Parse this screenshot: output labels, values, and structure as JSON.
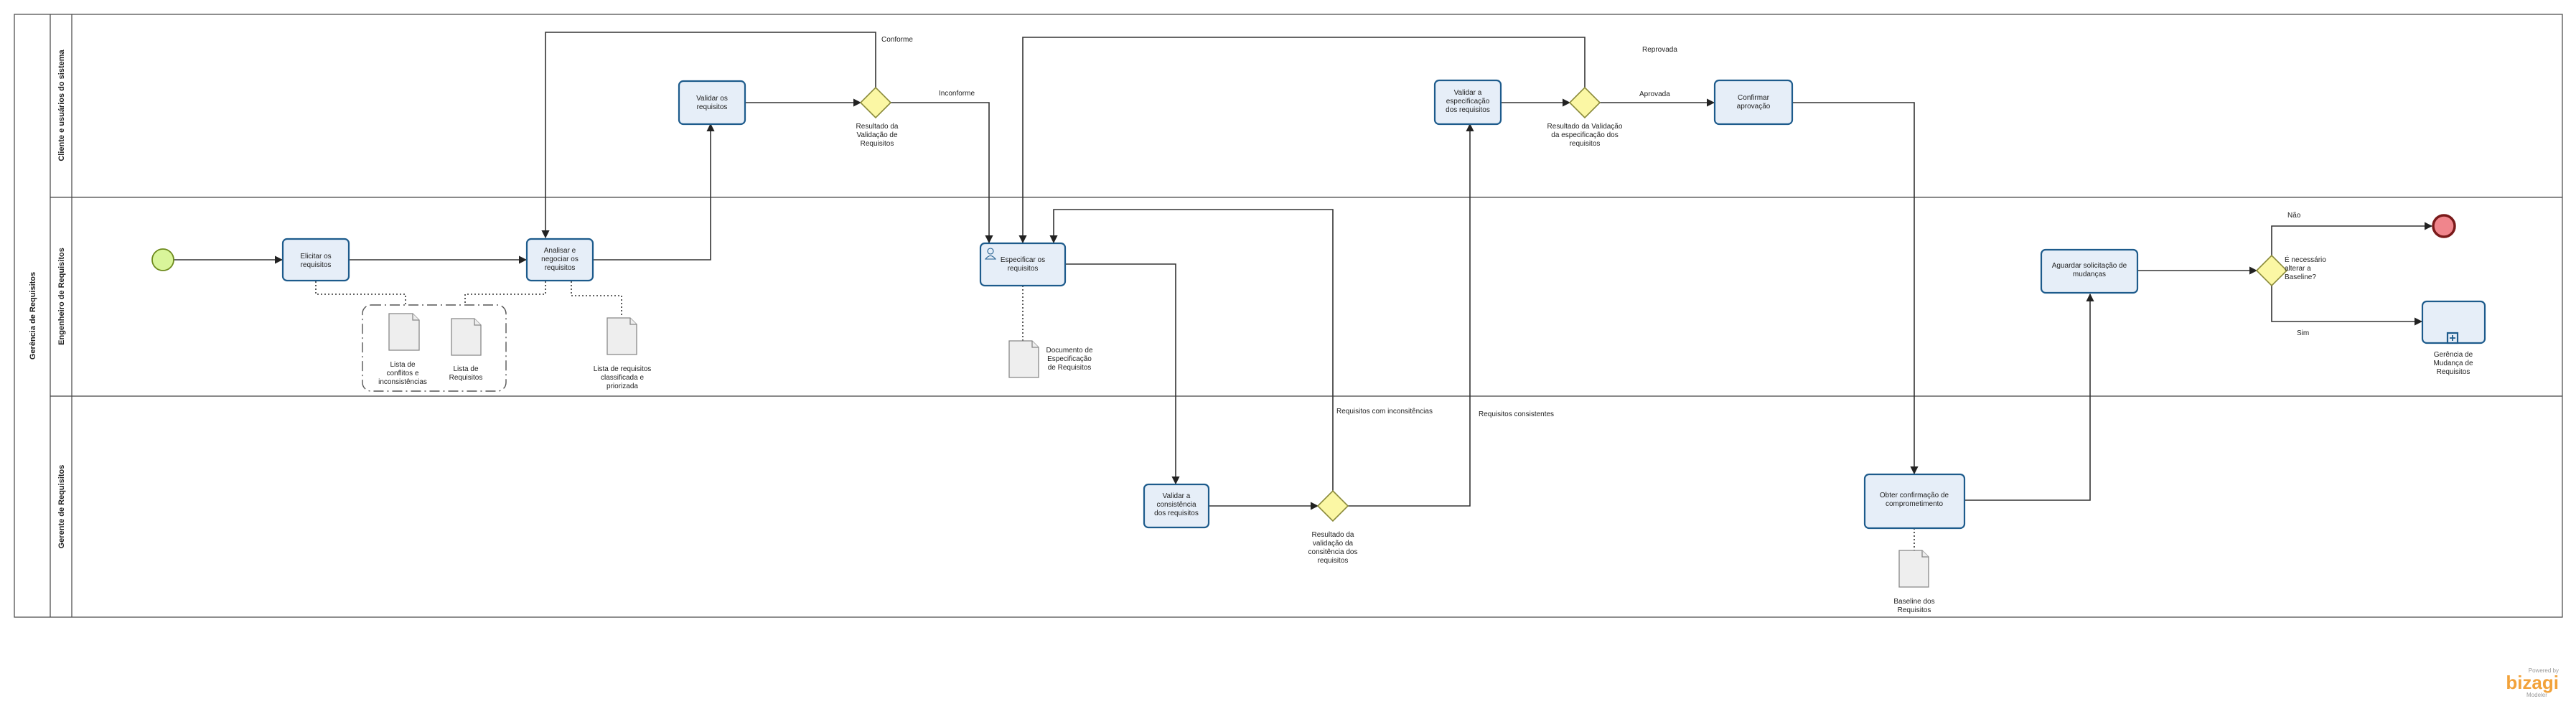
{
  "pool": {
    "name": "Gerência de Requisitos"
  },
  "lanes": [
    {
      "name": "Cliente e usuários do sistema"
    },
    {
      "name": "Engenheiro de Requisitos"
    },
    {
      "name": "Gerente de Requisitos"
    }
  ],
  "tasks": {
    "eliciting": [
      "Elicitar os",
      "requisitos"
    ],
    "analyze": [
      "Analisar e",
      "negociar  os",
      "requisitos"
    ],
    "validate_req": [
      "Validar os",
      "requisitos"
    ],
    "specify": [
      "Especificar os",
      "requisitos"
    ],
    "validate_spec": [
      "Validar a",
      "especificação",
      "dos requisitos"
    ],
    "confirm": [
      "Confirmar",
      "aprovação"
    ],
    "validate_consistency": [
      "Validar  a",
      "consistência",
      "dos requisitos"
    ],
    "commitment": [
      "Obter confirmação de",
      "comprometimento"
    ],
    "await_change": [
      "Aguardar solicitação de",
      "mudanças"
    ],
    "change_mgmt": [
      "Gerência de",
      "Mudança de",
      "Requisitos"
    ]
  },
  "gateways": {
    "g_validation": [
      "Resultado da",
      "Validação de",
      "Requisitos"
    ],
    "g_spec": [
      "Resultado da Validação",
      "da especificação dos",
      "requisitos"
    ],
    "g_consistency": [
      "Resultado da",
      "validação da",
      "consitência dos",
      "requisitos"
    ],
    "g_baseline": [
      "É necessário",
      "alterar a",
      "Baseline?"
    ]
  },
  "documents": {
    "conflicts": [
      "Lista de",
      "conflitos e",
      "inconsistências"
    ],
    "req_list": [
      "Lista de",
      "Requisitos"
    ],
    "classified": [
      "Lista de requisitos",
      "classificada e",
      "priorizada"
    ],
    "spec_doc": [
      "Documento de",
      "Especificação",
      "de Requisitos"
    ],
    "baseline": [
      "Baseline dos",
      "Requisitos"
    ]
  },
  "flow_labels": {
    "conforme": "Conforme",
    "inconforme": "Inconforme",
    "aprovada": "Aprovada",
    "reprovada": "Reprovada",
    "com_inconsistencias": "Requisitos com inconsitências",
    "consistentes": "Requisitos consistentes",
    "nao": "Não",
    "sim": "Sim"
  },
  "branding": {
    "powered_by": "Powered by",
    "name": "bizagi",
    "product": "Modeler"
  },
  "colors": {
    "task_fill": "#e6eef8",
    "task_stroke": "#1d5b8c",
    "gateway_fill": "#fbf7a4",
    "start_fill": "#d9f59a",
    "end_fill": "#f0858c",
    "brand": "#f2a23a"
  }
}
